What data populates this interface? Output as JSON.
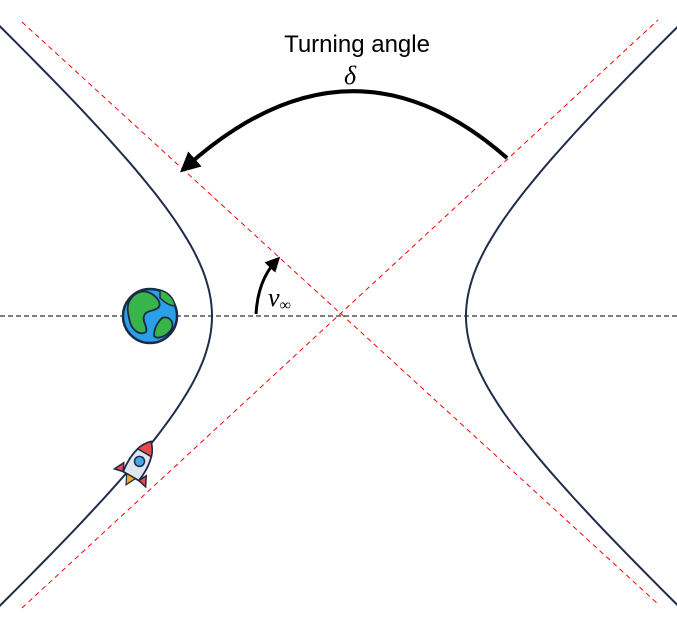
{
  "title": "Turning angle",
  "delta_symbol": "δ",
  "nu_symbol": "ν",
  "nu_subscript": "∞",
  "icons": {
    "planet": "earth-globe-icon",
    "spacecraft": "rocket-icon"
  },
  "colors": {
    "hyperbola": "#1f2d4a",
    "asymptote": "#ff0000",
    "axis": "#000000",
    "arrow": "#000000"
  }
}
